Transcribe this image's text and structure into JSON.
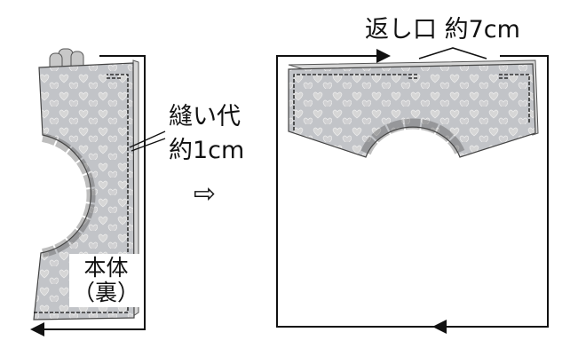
{
  "labels": {
    "seam_allowance_line1": "縫い代",
    "seam_allowance_line2": "約1cm",
    "body_line1": "本体",
    "body_line2": "（裏）",
    "return_opening": "返し口 約7cm",
    "next_step_arrow": "⇨"
  },
  "colors": {
    "fabric": "#c4c6ca",
    "fabric_edge": "#555555",
    "line": "#111111"
  }
}
